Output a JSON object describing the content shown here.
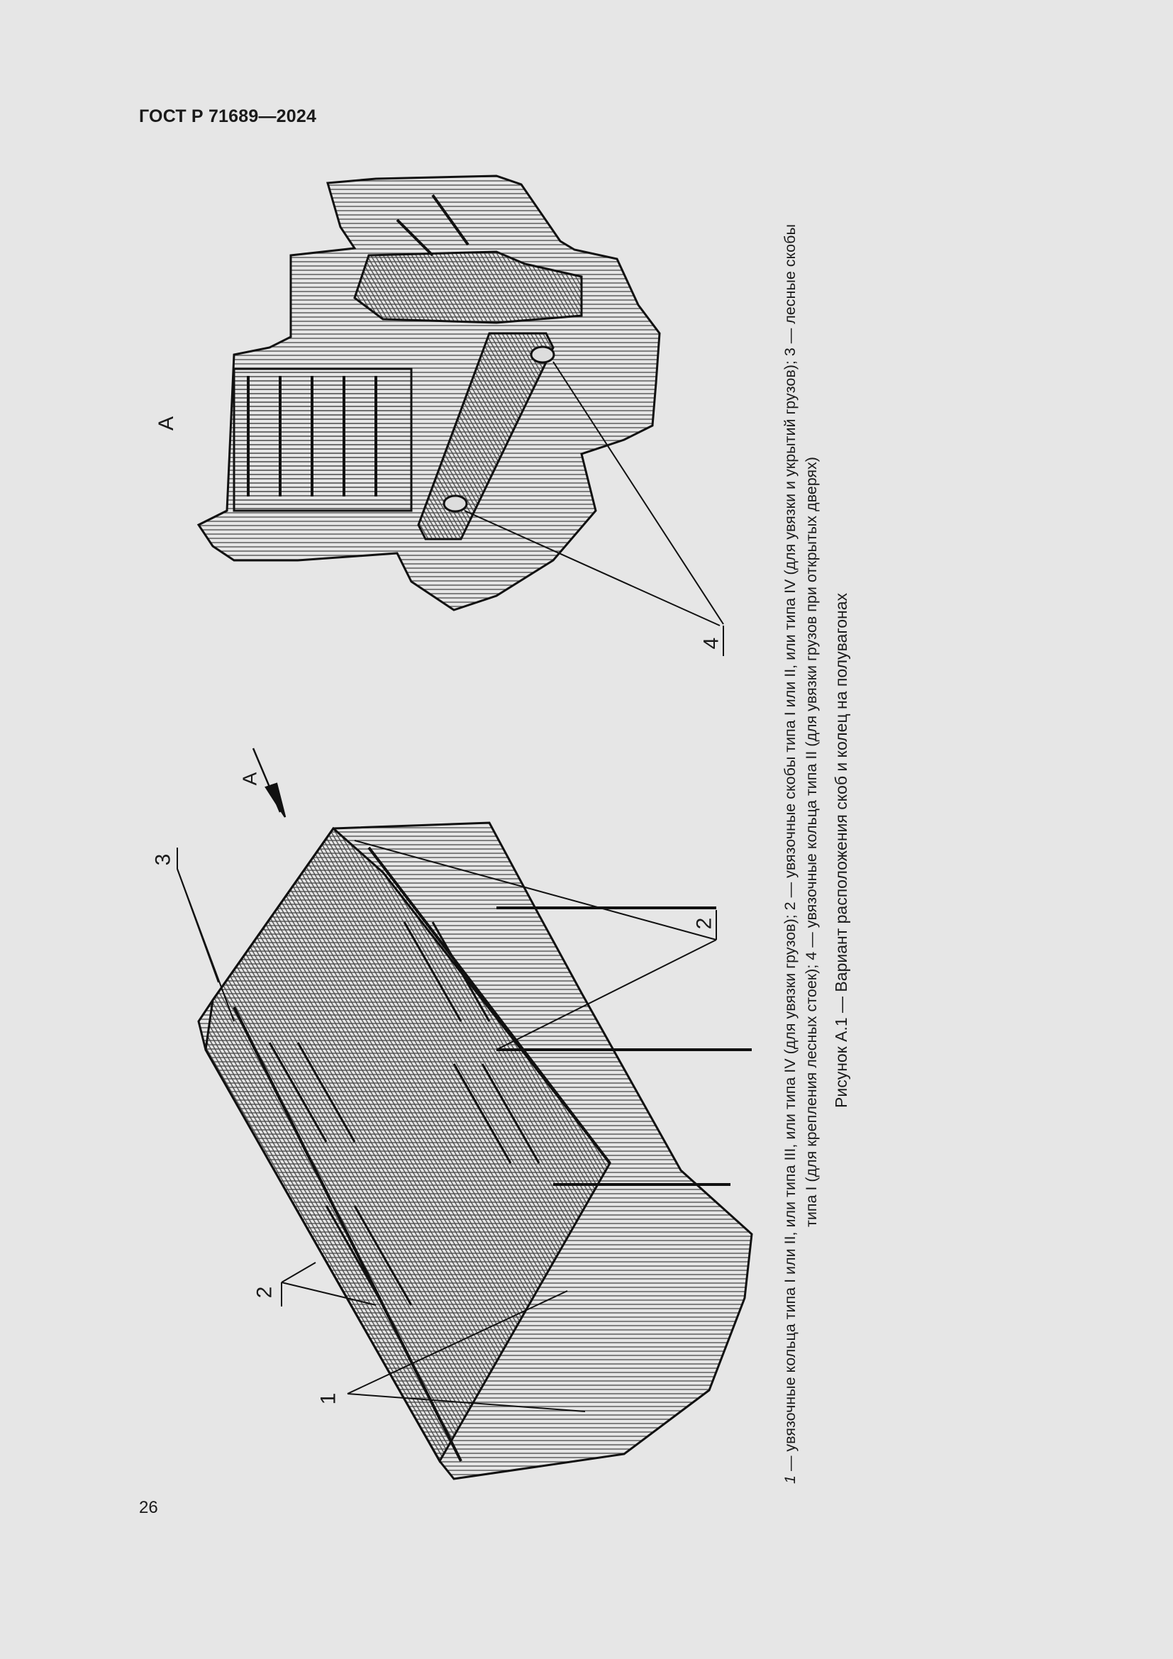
{
  "header": {
    "standard": "ГОСТ Р 71689—2024"
  },
  "page_number": "26",
  "figure": {
    "view_label_main": "А",
    "view_label_detail": "А",
    "callouts": [
      {
        "num": "1",
        "desc": "увязочные кольца типа I или II, или типа III, или типа IV (для увязки грузов)"
      },
      {
        "num": "2",
        "desc": "увязочные скобы типа I или II, или типа IV (для увязки и укрытий грузов)"
      },
      {
        "num": "3",
        "desc": "лесные скобы типа I (для крепления лесных стоек)"
      },
      {
        "num": "4",
        "desc": "увязочные кольца типа II (для увязки грузов при открытых дверях)"
      }
    ],
    "legend_line1": "— увязочные кольца типа I или II, или типа III, или типа IV (для увязки грузов); 2 — увязочные скобы типа I или II, или типа IV (для увязки и укрытий грузов); 3 — лесные скобы",
    "legend_line1_num": "1",
    "legend_line2": "типа I (для крепления лесных стоек); 4 — увязочные кольца типа II (для увязки грузов при открытых дверях)",
    "caption": "Рисунок А.1 — Вариант расположения скоб и колец на полувагонах"
  }
}
